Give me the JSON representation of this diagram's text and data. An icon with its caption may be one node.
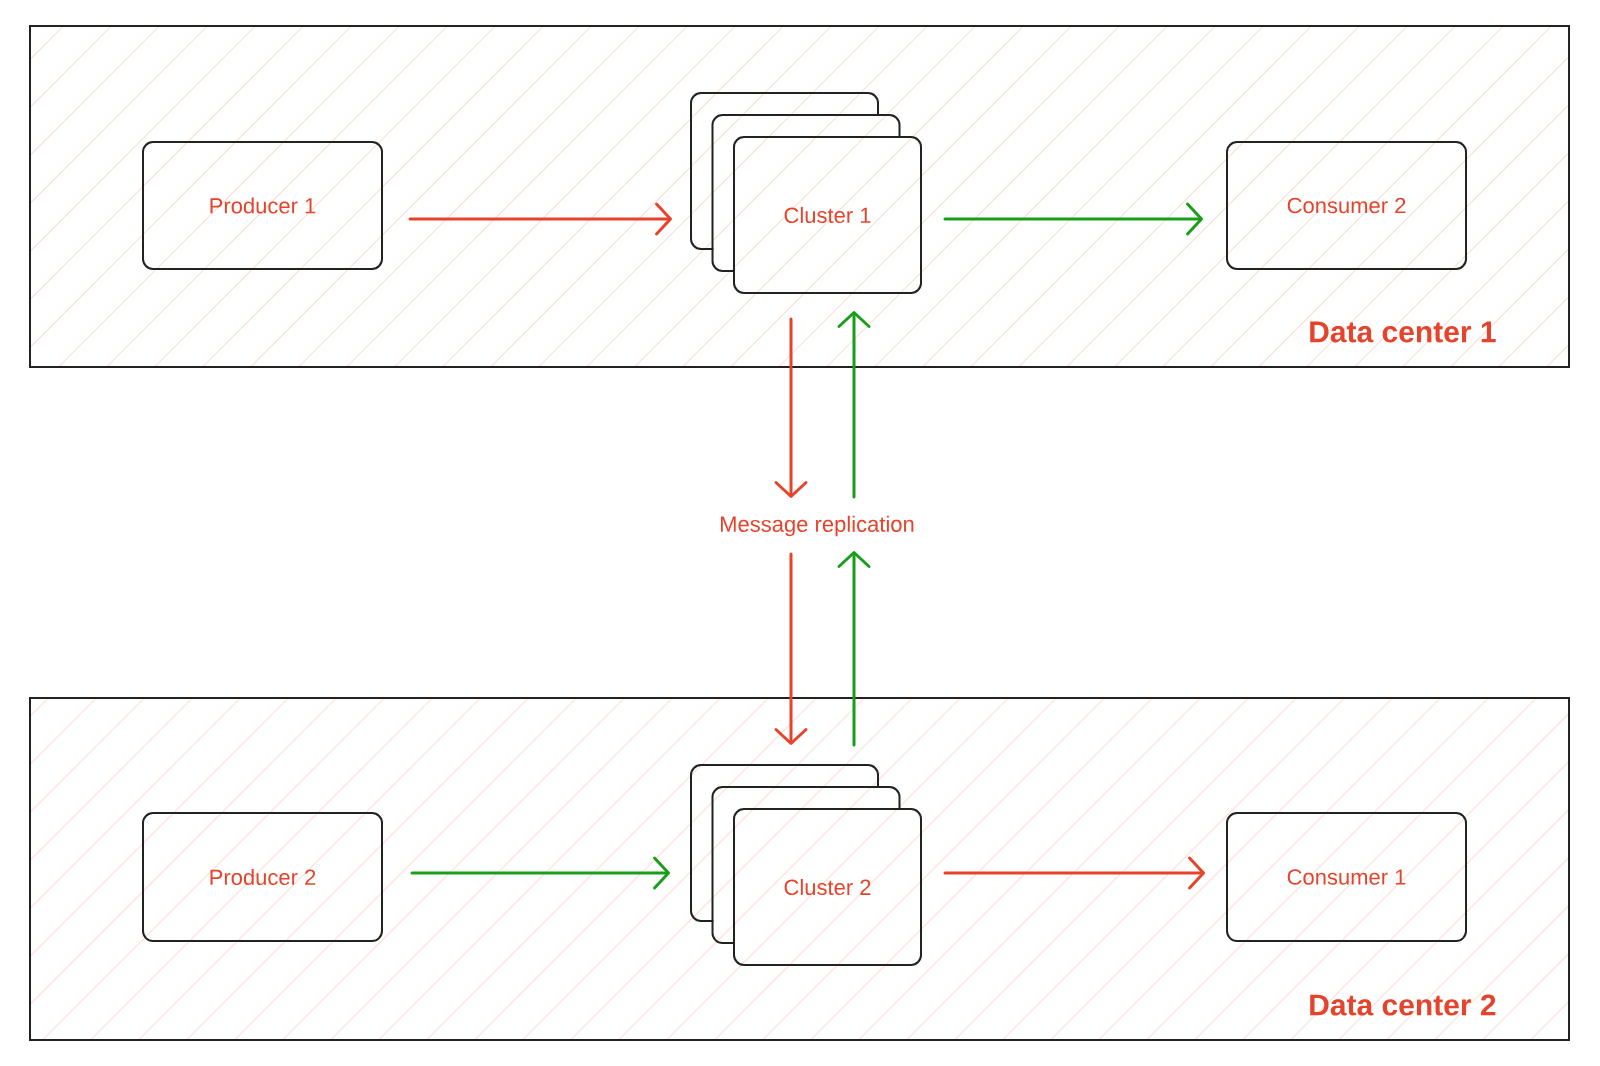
{
  "diagram": {
    "nodes": [
      {
        "text": [
          "Data center 1"
        ]
      },
      {
        "text": [
          "Producer 1"
        ],
        "in": 0
      },
      {
        "text": [
          "Cluster 1"
        ],
        "in": 0
      },
      {
        "text": [
          "Consumer 2"
        ],
        "in": 0
      },
      {
        "text": [
          "Message replication"
        ]
      },
      {
        "text": [
          "Data center 2"
        ]
      },
      {
        "text": [
          "Producer 2"
        ],
        "in": 5
      },
      {
        "text": [
          "Cluster 2"
        ],
        "in": 5
      },
      {
        "text": [
          "Consumer 1"
        ],
        "in": 5
      }
    ],
    "edges": [
      {
        "from": 1,
        "to": 2,
        "arrow": "to",
        "color": "#e8432a"
      },
      {
        "from": 2,
        "to": 3,
        "arrow": "to",
        "color": "#1a9e1a"
      },
      {
        "from": 2,
        "to": 4,
        "arrow": "to",
        "color": "#e8432a"
      },
      {
        "from": 4,
        "to": 2,
        "arrow": "to",
        "color": "#1a9e1a"
      },
      {
        "from": 4,
        "to": 7,
        "arrow": "to",
        "color": "#e8432a"
      },
      {
        "from": 7,
        "to": 4,
        "arrow": "to",
        "color": "#1a9e1a"
      },
      {
        "from": 6,
        "to": 7,
        "arrow": "to",
        "color": "#1a9e1a"
      },
      {
        "from": 7,
        "to": 8,
        "arrow": "to",
        "color": "#e8432a"
      }
    ]
  }
}
